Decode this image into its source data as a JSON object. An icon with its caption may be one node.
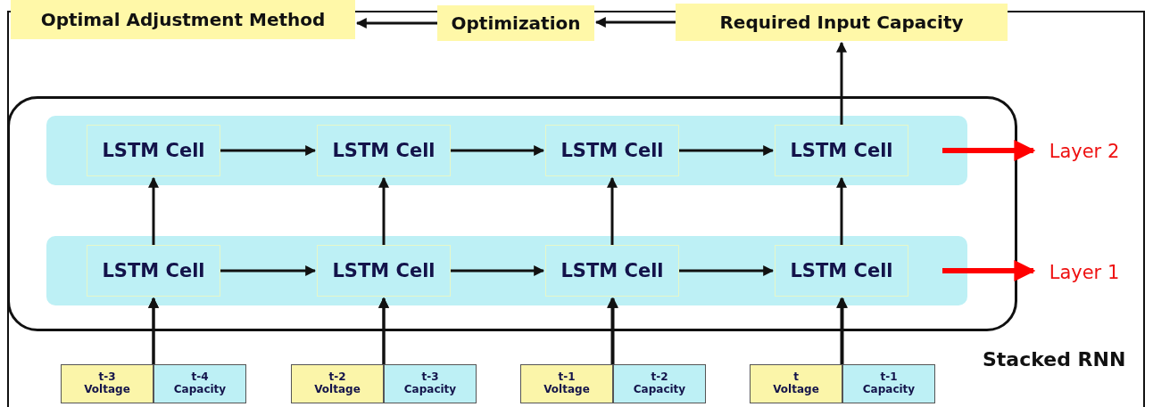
{
  "diagram": {
    "nodes": [
      {
        "text": [
          "Optimal Adjustment Method"
        ]
      },
      {
        "text": [
          "Optimization"
        ]
      },
      {
        "text": [
          "Required Input Capacity"
        ]
      },
      {
        "text": [],
        "shape": "box",
        "beside": [
          "Stacked RNN"
        ]
      },
      {
        "text": [],
        "shape": "box",
        "in": 3
      },
      {
        "text": [
          "LSTM Cell"
        ],
        "in": 4
      },
      {
        "text": [
          "LSTM Cell"
        ],
        "in": 4
      },
      {
        "text": [
          "LSTM Cell"
        ],
        "in": 4
      },
      {
        "text": [
          "LSTM Cell"
        ],
        "in": 4
      },
      {
        "text": [],
        "shape": "box",
        "in": 3
      },
      {
        "text": [
          "LSTM Cell"
        ],
        "in": 9
      },
      {
        "text": [
          "LSTM Cell"
        ],
        "in": 9
      },
      {
        "text": [
          "LSTM Cell"
        ],
        "in": 9
      },
      {
        "text": [
          "LSTM Cell"
        ],
        "in": 9
      },
      {
        "text": [
          "t-3",
          "Voltage"
        ]
      },
      {
        "text": [
          "t-4",
          "Capacity"
        ]
      },
      {
        "text": [
          "t-2",
          "Voltage"
        ]
      },
      {
        "text": [
          "t-3",
          "Capacity"
        ]
      },
      {
        "text": [
          "t-1",
          "Voltage"
        ]
      },
      {
        "text": [
          "t-2",
          "Capacity"
        ]
      },
      {
        "text": [
          "t",
          "Voltage"
        ]
      },
      {
        "text": [
          "t-1",
          "Capacity"
        ]
      },
      {
        "text": [
          "Layer 2"
        ]
      },
      {
        "text": [
          "Layer 1"
        ]
      }
    ],
    "edges": [
      {
        "from": 2,
        "to": 1,
        "arrow": "to"
      },
      {
        "from": 1,
        "to": 0,
        "arrow": "to"
      },
      {
        "from": 8,
        "to": 2,
        "arrow": "to"
      },
      {
        "from": 5,
        "to": 6,
        "arrow": "to"
      },
      {
        "from": 6,
        "to": 7,
        "arrow": "to"
      },
      {
        "from": 7,
        "to": 8,
        "arrow": "to"
      },
      {
        "from": 10,
        "to": 11,
        "arrow": "to"
      },
      {
        "from": 11,
        "to": 12,
        "arrow": "to"
      },
      {
        "from": 12,
        "to": 13,
        "arrow": "to"
      },
      {
        "from": 10,
        "to": 5,
        "arrow": "to"
      },
      {
        "from": 11,
        "to": 6,
        "arrow": "to"
      },
      {
        "from": 12,
        "to": 7,
        "arrow": "to"
      },
      {
        "from": 13,
        "to": 8,
        "arrow": "to"
      },
      {
        "from": 14,
        "to": 10,
        "arrow": "to"
      },
      {
        "from": 15,
        "to": 10,
        "arrow": "to"
      },
      {
        "from": 16,
        "to": 11,
        "arrow": "to"
      },
      {
        "from": 17,
        "to": 11,
        "arrow": "to"
      },
      {
        "from": 18,
        "to": 12,
        "arrow": "to"
      },
      {
        "from": 19,
        "to": 12,
        "arrow": "to"
      },
      {
        "from": 20,
        "to": 13,
        "arrow": "to"
      },
      {
        "from": 21,
        "to": 13,
        "arrow": "to"
      },
      {
        "from": 4,
        "to": 22,
        "arrow": "to",
        "style": "thick",
        "color": "#ff0000"
      },
      {
        "from": 9,
        "to": 23,
        "arrow": "to",
        "style": "thick",
        "color": "#ff0000"
      }
    ]
  }
}
